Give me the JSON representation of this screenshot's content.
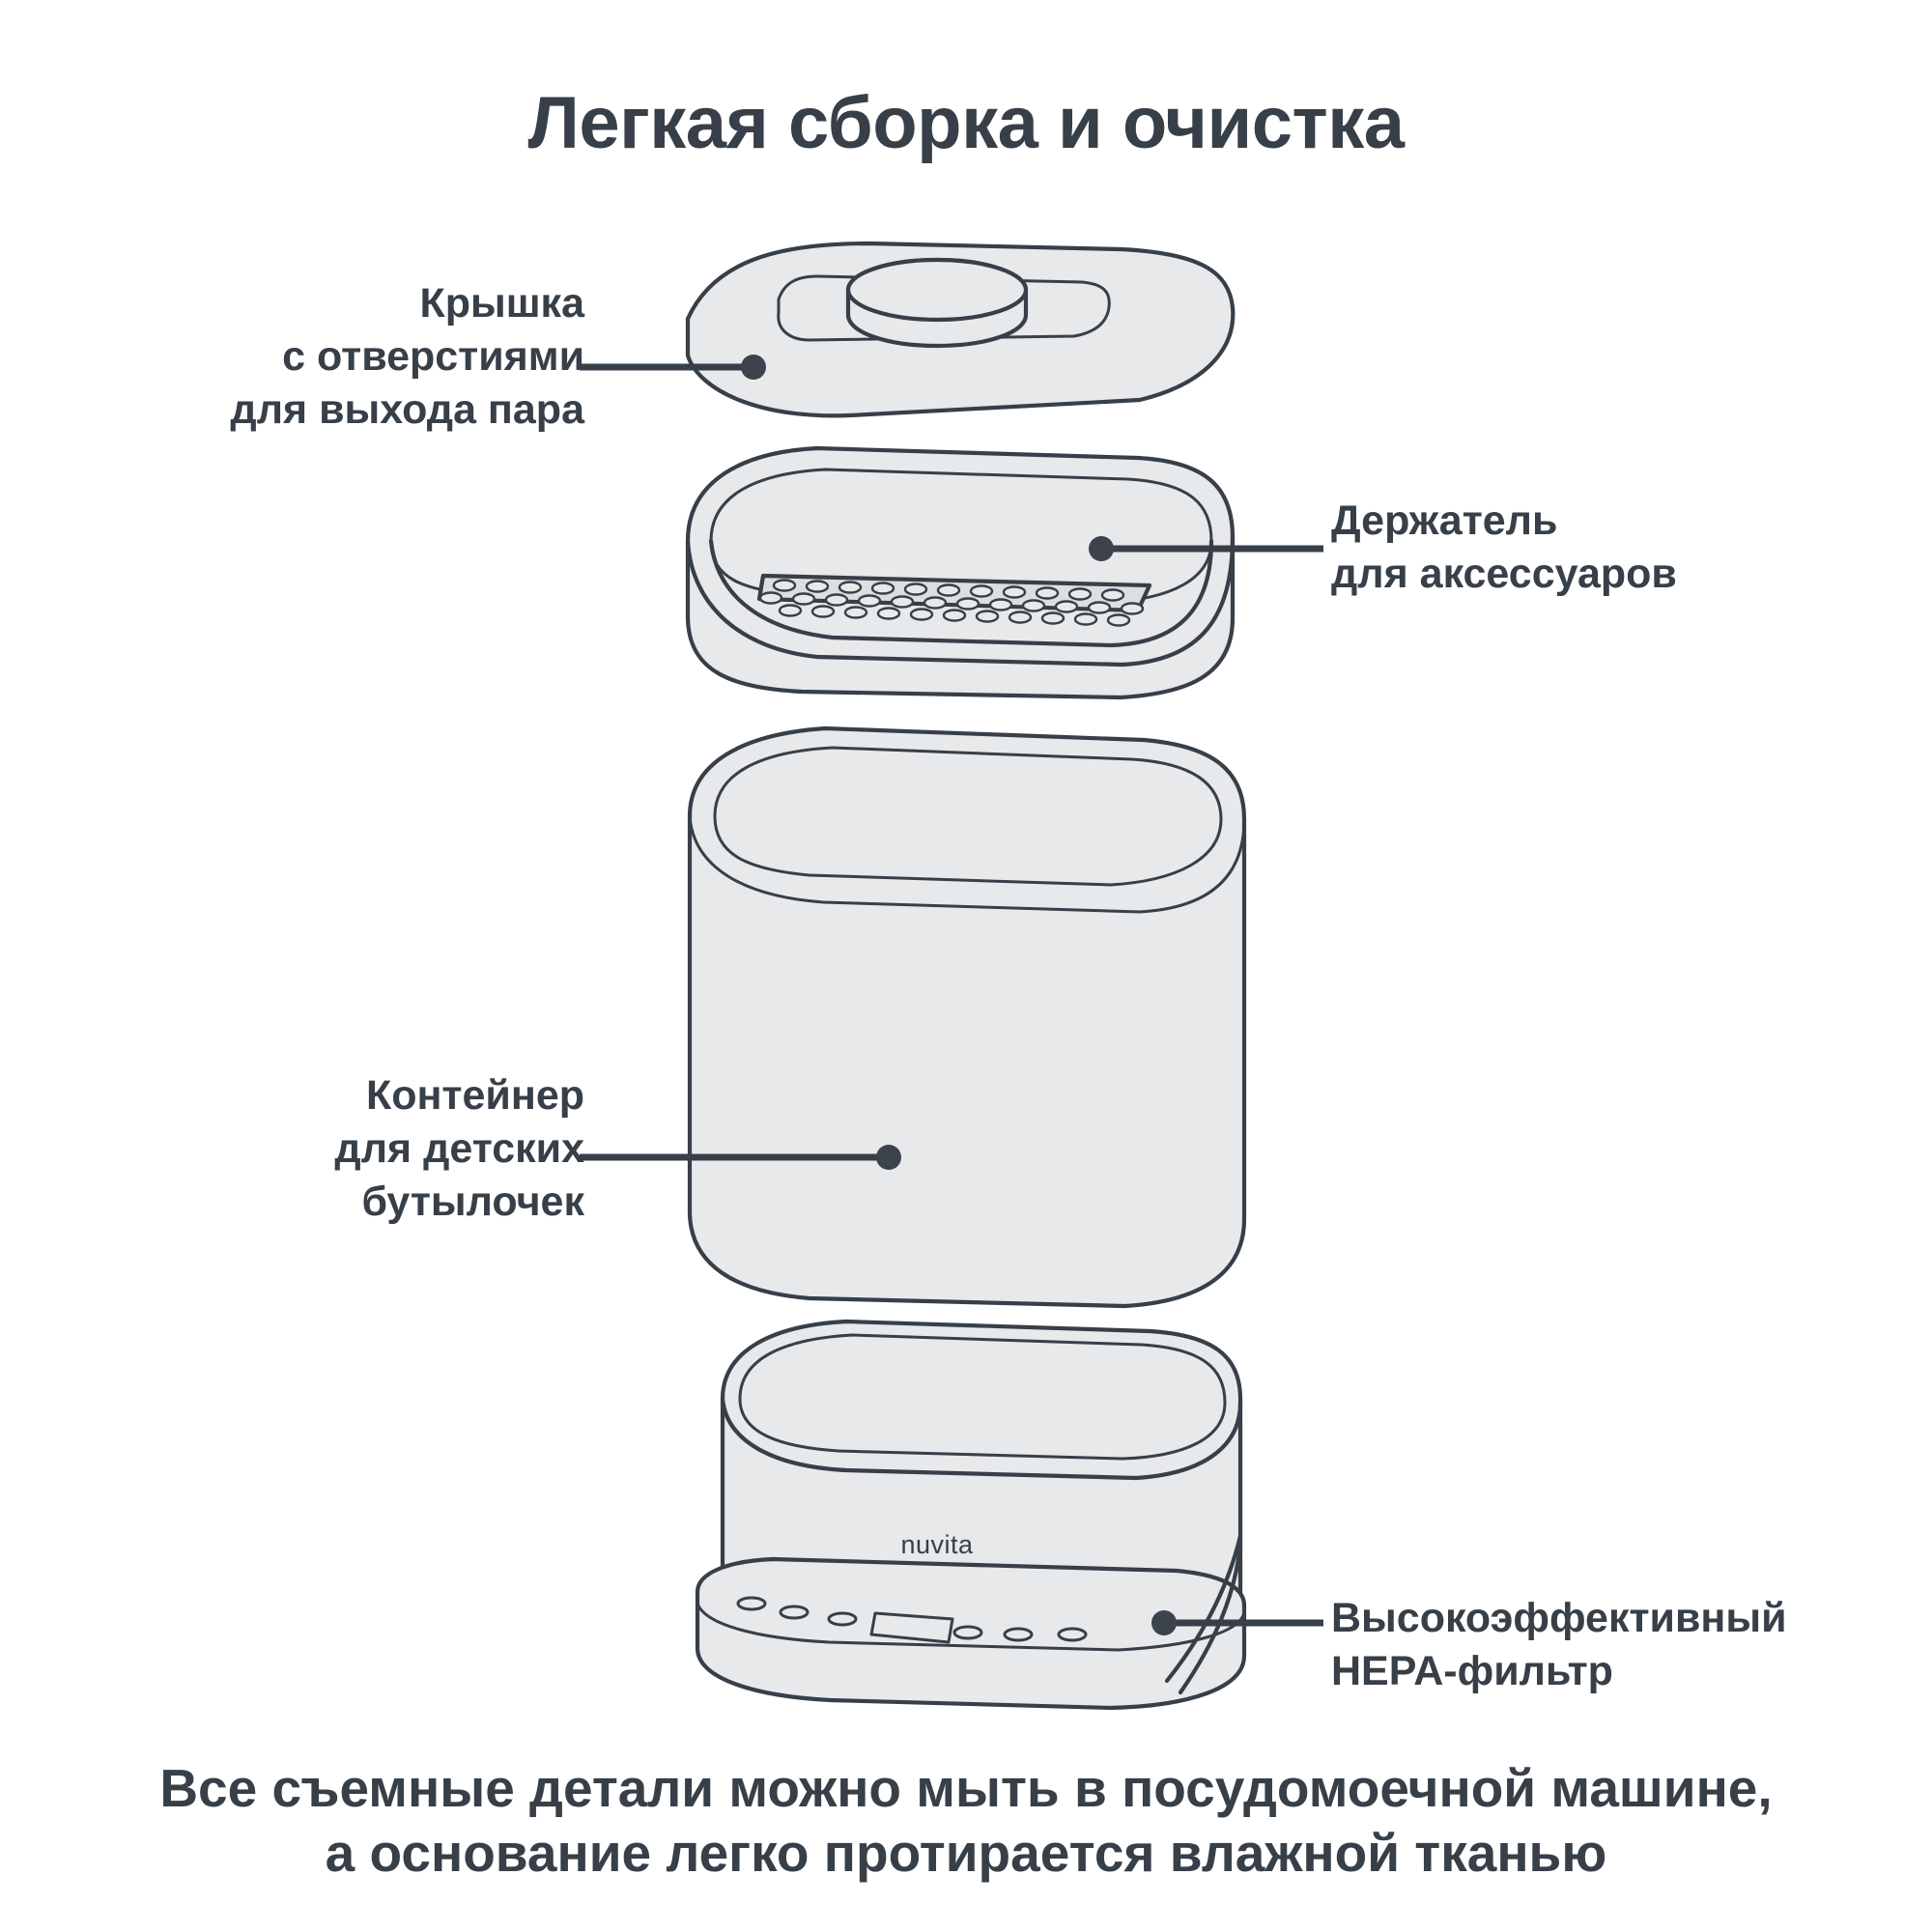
{
  "page": {
    "background_color": "#ffffff",
    "text_color": "#373f48",
    "part_fill_color": "#e8e9eb"
  },
  "title": "Легкая сборка и очистка",
  "caption": {
    "line1": "Все съемные детали можно мыть в посудомоечной машине,",
    "line2": "а основание легко протирается влажной тканью"
  },
  "brand": {
    "logo_text": "nuvita"
  },
  "callouts": [
    {
      "id": "lid",
      "side": "left",
      "line1": "Крышка",
      "line2": "с отверстиями",
      "line3": "для выхода пара"
    },
    {
      "id": "holder",
      "side": "right",
      "line1": "Держатель",
      "line2": "для аксессуаров",
      "line3": ""
    },
    {
      "id": "container",
      "side": "left",
      "line1": "Контейнер",
      "line2": "для детских",
      "line3": "бутылочек"
    },
    {
      "id": "hepa",
      "side": "right",
      "line1": "Высокоэффективный",
      "line2": "HEPA-фильтр",
      "line3": ""
    }
  ],
  "diagram": {
    "type": "exploded-product-view",
    "parts": [
      {
        "name": "lid-with-steam-vents",
        "order": 1
      },
      {
        "name": "accessory-holder-tray",
        "order": 2
      },
      {
        "name": "bottle-container",
        "order": 3
      },
      {
        "name": "base-unit-with-hepa-filter",
        "order": 4
      }
    ]
  }
}
